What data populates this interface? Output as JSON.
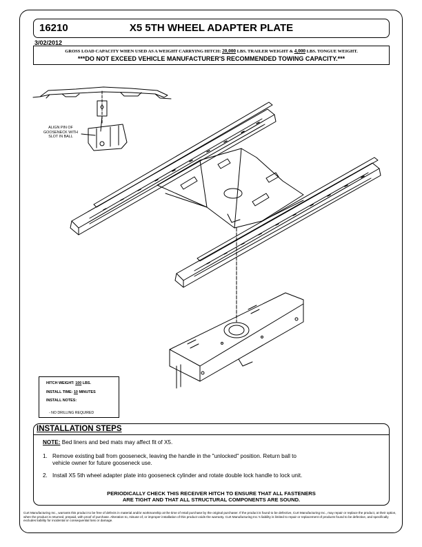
{
  "header": {
    "part_number": "16210",
    "title": "X5 5TH WHEEL ADAPTER PLATE",
    "date": "3/02/2012"
  },
  "capacity": {
    "prefix": "GROSS LOAD CAPACITY WHEN USED AS A WEIGHT CARRYING HITCH:",
    "trailer_value": "20,000",
    "trailer_suffix": "LBS. TRAILER WEIGHT &",
    "tongue_value": "4,000",
    "tongue_suffix": "LBS. TONGUE WEIGHT.",
    "warning": "***DO NOT EXCEED VEHICLE MANUFACTURER'S RECOMMENDED TOWING CAPACITY.***"
  },
  "diagram": {
    "align_note": "ALIGN PIN OF GOOSENECK WITH SLOT IN BALL"
  },
  "info": {
    "hitch_weight_label": "HITCH WEIGHT:",
    "hitch_weight_value": "100",
    "hitch_weight_unit": "LBS.",
    "install_time_label": "INSTALL TIME:",
    "install_time_value": "10",
    "install_time_unit": "MINUTES",
    "install_notes_label": "INSTALL NOTES:",
    "install_notes_value": "- NO DRILLING REQUIRED"
  },
  "installation": {
    "title": "INSTALLATION STEPS",
    "note_label": "NOTE:",
    "note_text": "Bed liners and bed mats may affect fit of X5.",
    "steps": [
      {
        "num": "1.",
        "line1": "Remove existing ball from gooseneck, leaving the handle in the \"unlocked\" position.  Return ball to",
        "line2": "vehicle owner for future gooseneck use."
      },
      {
        "num": "2.",
        "line1": "Install X5 5th wheel adapter plate into gooseneck cylinder and rotate double lock handle to lock unit."
      }
    ],
    "periodic_line1": "PERIODICALLY CHECK THIS RECEIVER HITCH TO ENSURE THAT ALL FASTENERS",
    "periodic_line2": "ARE TIGHT AND THAT ALL STRUCTURAL COMPONENTS ARE SOUND."
  },
  "disclaimer": "Curt Manufacturing Inc., warrants this product to be free of defects in material and/or workmanship at the time of retail purchase by the original purchaser.  If the product is found to be defective, Curt Manufacturing Inc., may repair or replace the product, at their option, when the product is returned, prepaid, with proof of purchase.  Alteration to, misuse of, or improper installation of this product voids the warranty.  Curt Manufacturing Inc.'s liability is limited to repair or replacement of products found to be defective, and specifically excludes liability for incidental or consequential loss or damage."
}
